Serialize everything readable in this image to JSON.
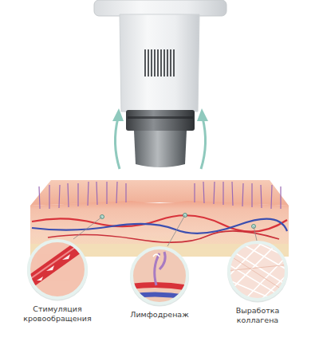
{
  "diagram": {
    "nodes": [
      {
        "text": [
          "Стимуляция кровообращения"
        ]
      },
      {
        "text": [
          "Лимфодренаж"
        ]
      },
      {
        "text": [
          "Выработка коллагена"
        ]
      }
    ]
  }
}
